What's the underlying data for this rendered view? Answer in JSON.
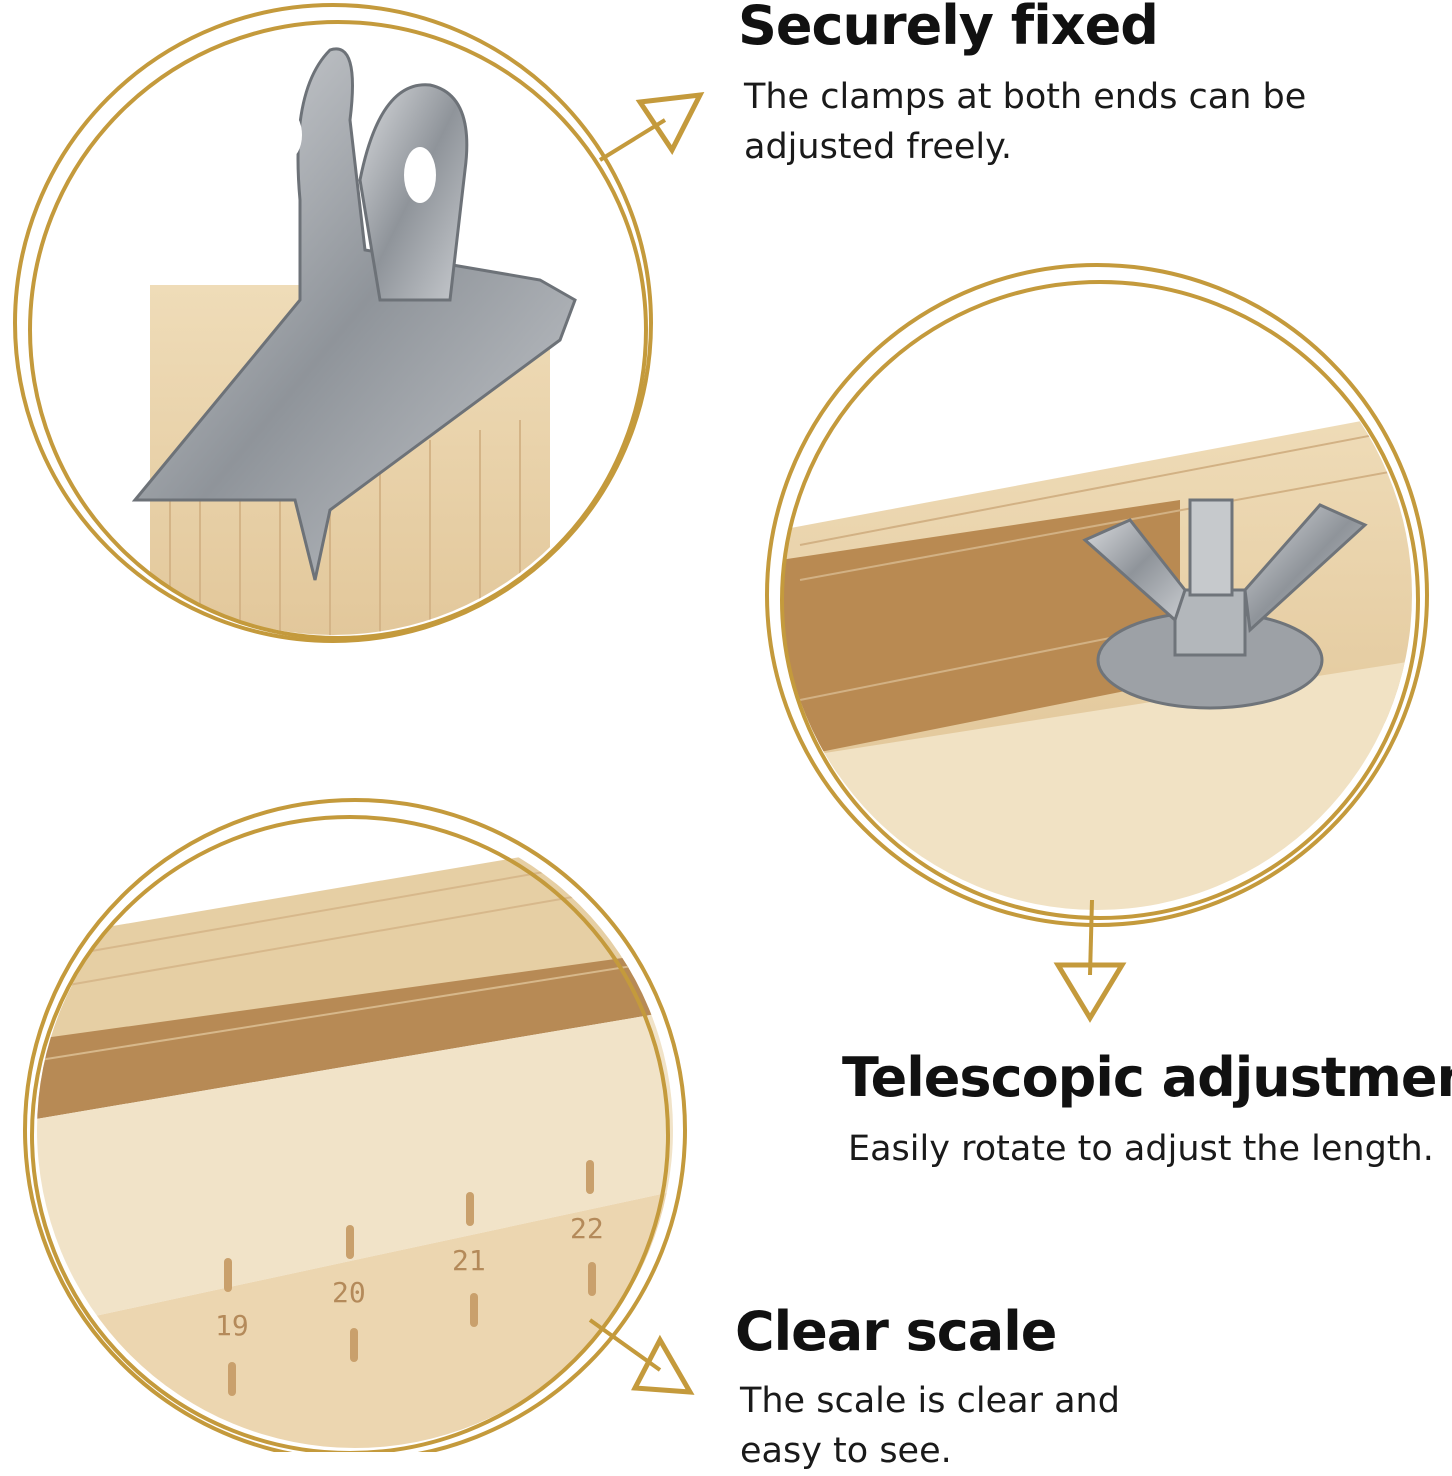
{
  "colors": {
    "ring": "#c49a3c",
    "wood": "#e9d3ad",
    "metal": "#a9adb2"
  },
  "features": [
    {
      "title": "Securely fixed",
      "description": "The clamps at both ends can be adjusted freely.",
      "image": "metal-binder-clip-on-wood-block"
    },
    {
      "title": "Telescopic adjustment",
      "description": "Easily rotate to adjust the length.",
      "image": "wing-nut-on-wood-rail"
    },
    {
      "title": "Clear scale",
      "description": "The scale is clear and easy to see.",
      "image": "engraved-wood-ruler-scale"
    }
  ],
  "scale_marks": [
    "19",
    "20",
    "21",
    "22"
  ],
  "icons": [
    "arrow-triangle-right",
    "arrow-triangle-down",
    "arrow-triangle-right"
  ]
}
